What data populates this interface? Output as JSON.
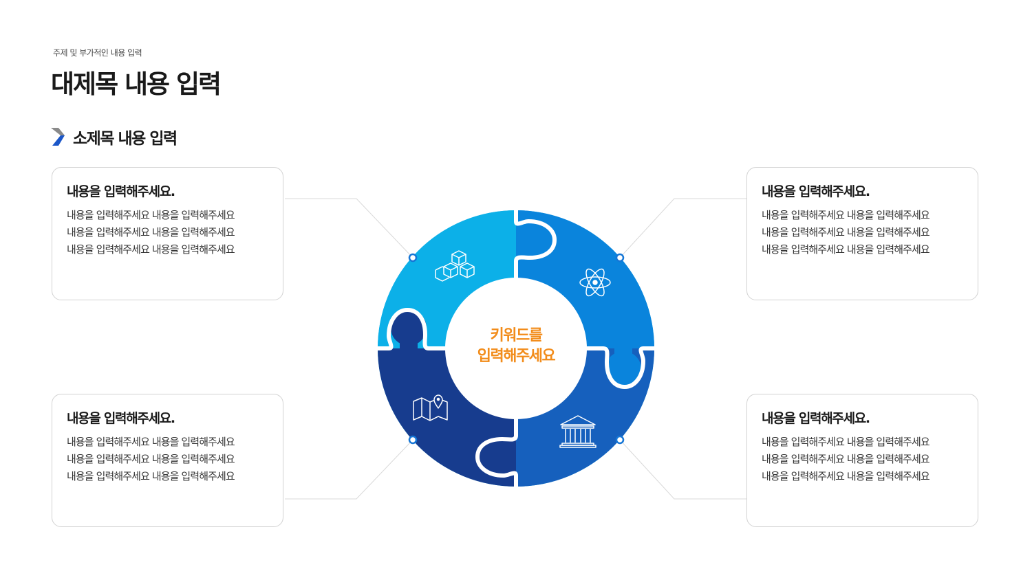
{
  "header": {
    "subtitle": "주제 및 부가적인 내용 입력",
    "title": "대제목 내용 입력"
  },
  "section": {
    "label": "소제목 내용 입력"
  },
  "center": {
    "line1": "키워드를",
    "line2": "입력해주세요"
  },
  "cards": [
    {
      "head": "내용을 입력해주세요.",
      "lines": [
        "내용을 입력해주세요 내용을 입력해주세요",
        "내용을 입력해주세요 내용을 입력해주세요",
        "내용을 입력해주세요 내용을 입력해주세요"
      ]
    },
    {
      "head": "내용을 입력해주세요.",
      "lines": [
        "내용을 입력해주세요 내용을 입력해주세요",
        "내용을 입력해주세요 내용을 입력해주세요",
        "내용을 입력해주세요 내용을 입력해주세요"
      ]
    },
    {
      "head": "내용을 입력해주세요.",
      "lines": [
        "내용을 입력해주세요 내용을 입력해주세요",
        "내용을 입력해주세요 내용을 입력해주세요",
        "내용을 입력해주세요 내용을 입력해주세요"
      ]
    },
    {
      "head": "내용을 입력해주세요.",
      "lines": [
        "내용을 입력해주세요 내용을 입력해주세요",
        "내용을 입력해주세요 내용을 입력해주세요",
        "내용을 입력해주세요 내용을 입력해주세요"
      ]
    }
  ],
  "puzzle": {
    "pieces": [
      {
        "icon": "cubes-icon",
        "color": "#0cb0e8"
      },
      {
        "icon": "atom-icon",
        "color": "#0a84dc"
      },
      {
        "icon": "map-icon",
        "color": "#173c8e"
      },
      {
        "icon": "bank-icon",
        "color": "#1660bd"
      }
    ]
  },
  "colors": {
    "accent": "#f28c1a",
    "connector": "#d9d9d9",
    "dot": "#1576d6"
  }
}
